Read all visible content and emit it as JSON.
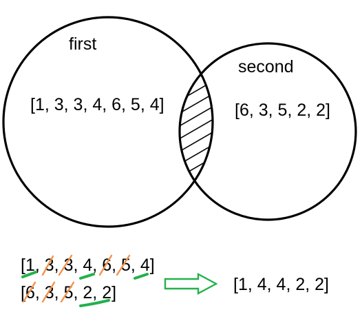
{
  "sets": {
    "first": {
      "label": "first",
      "values_text": "[1, 3, 3, 4, 6, 5, 4]"
    },
    "second": {
      "label": "second",
      "values_text": "[6, 3, 5, 2, 2]"
    }
  },
  "bottom": {
    "row1": [
      "[",
      "1",
      ", ",
      "3",
      ", ",
      "3",
      ", ",
      "4",
      ", ",
      "6",
      ", ",
      "5",
      ", ",
      "4",
      "]"
    ],
    "row2": [
      "[",
      "6",
      ", ",
      "3",
      ", ",
      "5",
      ", ",
      "2",
      ", ",
      "2",
      "]"
    ],
    "result_text": "[1, 4, 4, 2, 2]"
  },
  "colors": {
    "outline": "#000000",
    "strike": "#f2924c",
    "underline": "#22b14c",
    "arrow": "#22b14c"
  }
}
